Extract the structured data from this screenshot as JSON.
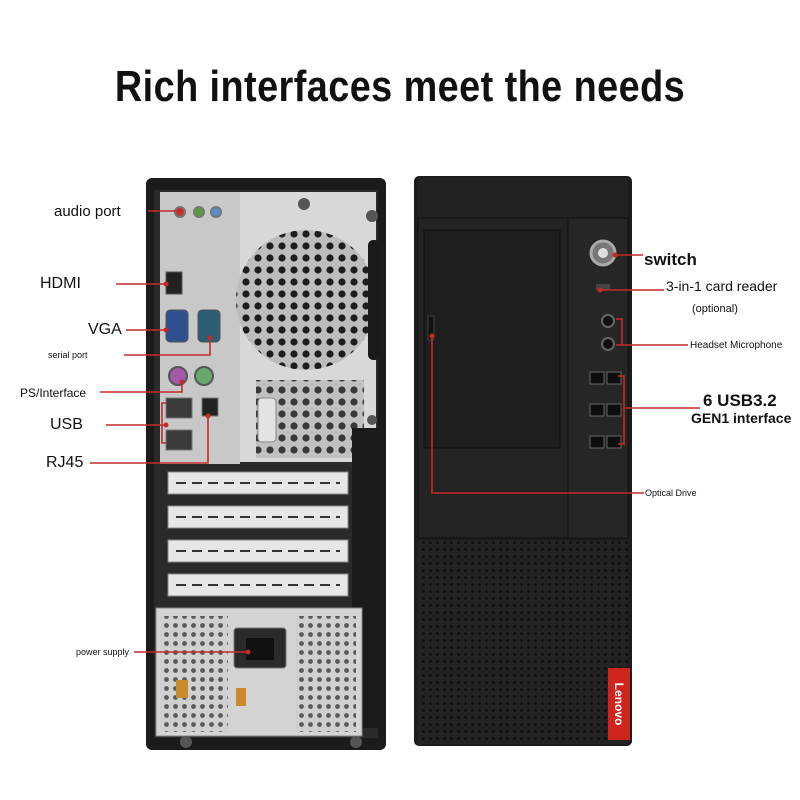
{
  "title": "Rich interfaces meet the needs",
  "left_labels": {
    "audio_port": "audio port",
    "hdmi": "HDMI",
    "vga": "VGA",
    "serial_port": "serial port",
    "ps_interface": "PS/Interface",
    "usb": "USB",
    "rj45": "RJ45",
    "power_supply": "power supply"
  },
  "right_labels": {
    "switch": "switch",
    "card_reader": "3-in-1 card reader",
    "card_reader_note": "(optional)",
    "headset_microphone": "Headset Microphone",
    "usb_line1": "6 USB3.2",
    "usb_line2": "GEN1 interface",
    "optical_drive": "Optical Drive"
  },
  "brand": "Lenovo",
  "colors": {
    "callout_line": "#c42a2a",
    "case_black": "#1b1b1b",
    "metal": "#d9d9d9",
    "brand_red": "#d0241f"
  }
}
